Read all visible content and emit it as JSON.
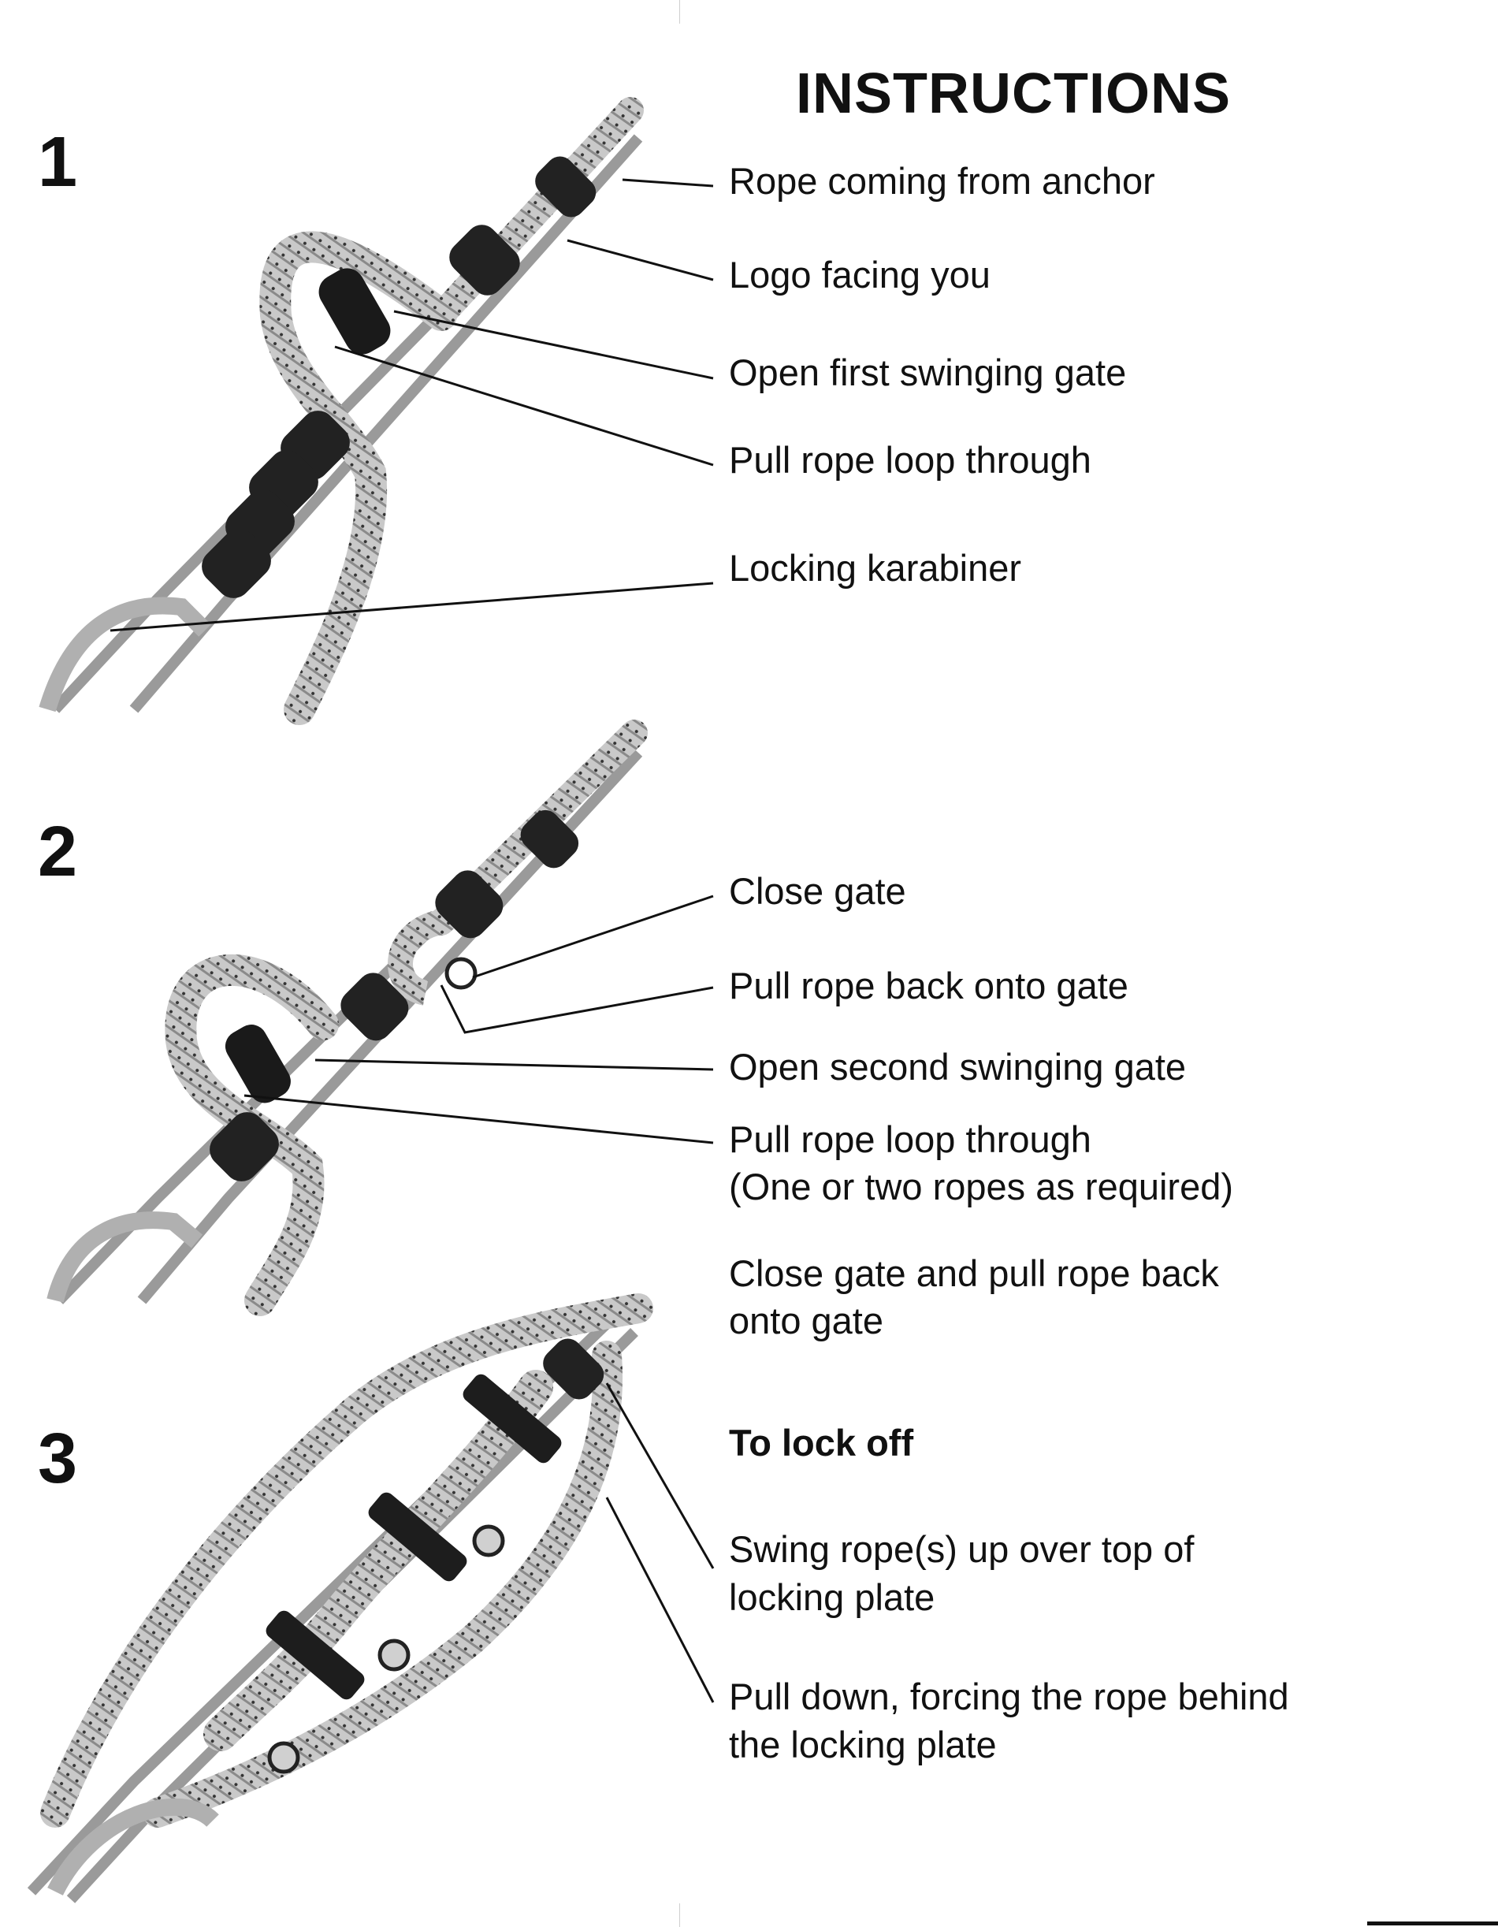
{
  "title": "INSTRUCTIONS",
  "steps": [
    {
      "number": "1",
      "labels": [
        "Rope coming from anchor",
        "Logo facing you",
        "Open first swinging gate",
        "Pull rope loop through",
        "Locking karabiner"
      ]
    },
    {
      "number": "2",
      "labels": [
        "Close gate",
        "Pull rope back onto gate",
        "Open second swinging gate",
        "Pull rope loop through",
        "(One or two ropes as required)",
        "Close gate and pull rope back",
        "onto gate"
      ]
    },
    {
      "number": "3",
      "heading": "To lock off",
      "labels": [
        "Swing rope(s) up over top of",
        "locking plate",
        "Pull down, forcing the rope behind",
        "the locking plate"
      ]
    }
  ]
}
